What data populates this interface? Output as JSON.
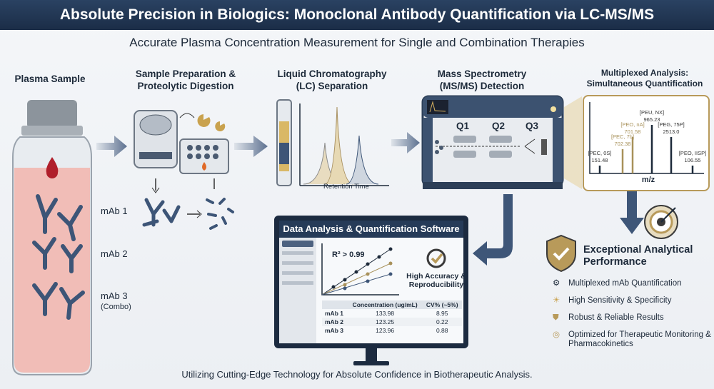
{
  "title": "Absolute Precision in Biologics: Monoclonal Antibody Quantification via LC-MS/MS",
  "subtitle": "Accurate Plasma Concentration Measurement for Single and Combination Therapies",
  "steps": {
    "plasma": "Plasma Sample",
    "prep": "Sample Preparation & Proteolytic Digestion",
    "lc": "Liquid Chromatography (LC) Separation",
    "ms": "Mass Spectrometry (MS/MS) Detection",
    "multiplex": "Multiplexed Analysis: Simultaneous Quantification"
  },
  "vial_labels": [
    "mAb 1",
    "mAb 2",
    "mAb 3",
    "(Combo)"
  ],
  "lc_axis": "Retention Time",
  "ms_stages": [
    "Q1",
    "Q2",
    "Q3"
  ],
  "spectrum": {
    "xlabel": "m/z",
    "peaks": [
      {
        "label": "[PEC, 0S]",
        "value": "151.48",
        "color": "#1d2a3a"
      },
      {
        "label": "[PEC, 7b]",
        "value": "702.38",
        "color": "#a8915a"
      },
      {
        "label": "[PEO, nA]",
        "value": "701.58",
        "color": "#a8915a"
      },
      {
        "label": "[PEU, NX]",
        "value": "965.23",
        "color": "#1d2a3a"
      },
      {
        "label": "[PEG, 75P]",
        "value": "2513.0",
        "color": "#1d2a3a"
      },
      {
        "label": "[PEO, IISP]",
        "value": "106.55",
        "color": "#1d2a3a"
      }
    ]
  },
  "software": {
    "title": "Data Analysis & Quantification Software",
    "r2": "R² > 0.99",
    "badge": "High Accuracy & Reproducibility",
    "table": {
      "headers": [
        "",
        "Concentration (ug/mL)",
        "CV% (~5%)"
      ],
      "rows": [
        [
          "mAb 1",
          "133.98",
          "8.95"
        ],
        [
          "mAb 2",
          "123.25",
          "0.22"
        ],
        [
          "mAb 3",
          "123.96",
          "0.88"
        ]
      ]
    }
  },
  "performance": {
    "title": "Exceptional Analytical Performance",
    "items": [
      "Multiplexed mAb Quantification",
      "High Sensitivity & Specificity",
      "Robust & Reliable Results",
      "Optimized for Therapeutic Monitoring & Pharmacokinetics"
    ]
  },
  "footer": "Utilizing Cutting-Edge Technology for Absolute Confidence in Biotherapeutic Analysis.",
  "colors": {
    "navy": "#1f3350",
    "gold": "#b89a5a",
    "plasma": "#f2b8b0"
  }
}
